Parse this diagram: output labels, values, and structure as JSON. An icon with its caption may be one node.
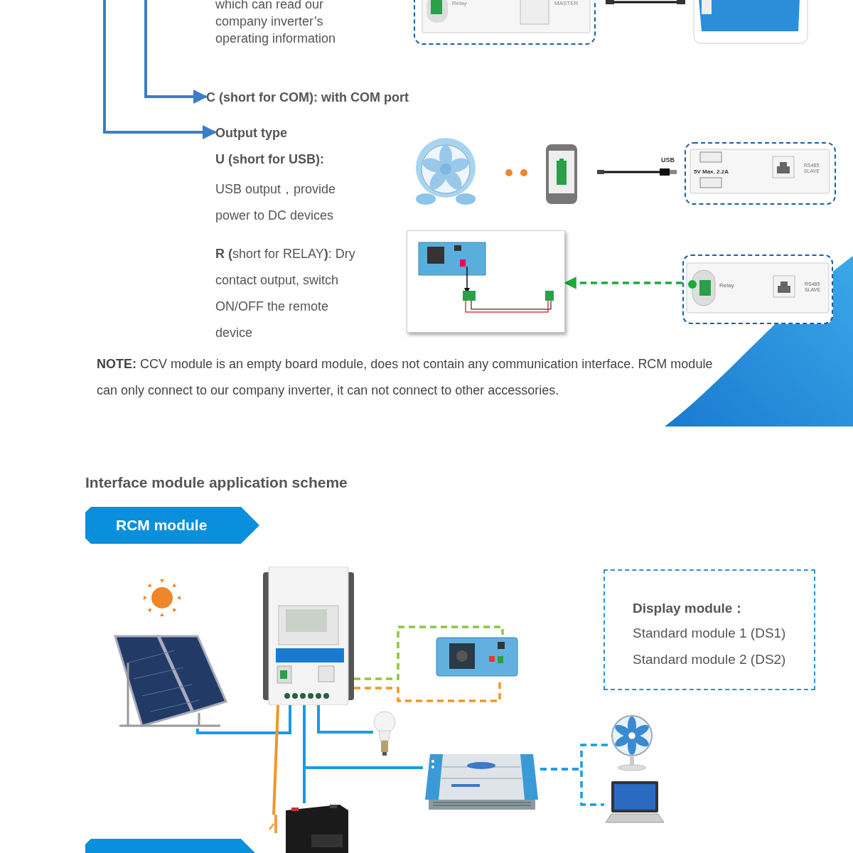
{
  "diagram": {
    "nodes": [
      {
        "text": [
          "which can read our company inverter’s operating information"
        ]
      },
      {
        "text": [
          "C (short for COM): with COM port"
        ]
      },
      {
        "text": [
          "Output type"
        ]
      },
      {
        "text": [],
        "shape": "picture"
      },
      {
        "text": [
          "Relay",
          "RS485 SLAVE"
        ]
      },
      {
        "text": [
          "RCM module"
        ]
      },
      {
        "text": [],
        "shape": "picture"
      },
      {
        "text": [],
        "shape": "picture"
      },
      {
        "text": [],
        "shape": "picture"
      },
      {
        "text": [
          "Display module：",
          "Standard module 1 (DS1)",
          "Standard module 2 (DS2)"
        ]
      },
      {
        "text": [],
        "shape": "picture"
      },
      {
        "text": [],
        "shape": "picture"
      },
      {
        "text": [],
        "shape": "picture"
      },
      {
        "text": [],
        "shape": "picture"
      },
      {
        "text": [],
        "shape": "picture"
      },
      {
        "text": [],
        "shape": "picture"
      },
      {
        "text": [],
        "shape": "box"
      }
    ],
    "edges": [
      {
        "from": null,
        "to": 1,
        "arrow": "to",
        "color": "#3d7cc9"
      },
      {
        "from": null,
        "to": 2,
        "arrow": "to",
        "color": "#3d7cc9"
      },
      {
        "from": 4,
        "to": 3,
        "arrow": "to",
        "style": "dashed",
        "color": "#1aaa3a"
      },
      {
        "from": 6,
        "to": 7,
        "arrow": "none"
      },
      {
        "from": 7,
        "to": 8,
        "arrow": "none",
        "style": "dashed",
        "color": "#8cc63f"
      },
      {
        "from": 7,
        "to": 8,
        "arrow": "none",
        "style": "dashed",
        "color": "#f0962a"
      },
      {
        "from": 7,
        "to": 10,
        "arrow": "none"
      },
      {
        "from": 7,
        "to": 15,
        "arrow": "none"
      },
      {
        "from": 7,
        "to": 11,
        "arrow": "none"
      },
      {
        "from": 11,
        "to": 12,
        "arrow": "none",
        "style": "dashed"
      },
      {
        "from": 11,
        "to": 13,
        "arrow": "none",
        "style": "dashed"
      },
      {
        "from": 7,
        "to": 14,
        "arrow": "none",
        "color": "#f0962a"
      }
    ],
    "labels": [
      "Relay",
      "MASTER",
      "U (short for USB):",
      "USB output，provide power to DC devices",
      "USB",
      "5V Max. 2.2A",
      "RS485 SLAVE",
      "**R (**short for RELAY**)**: Dry contact output, switch ON/OFF the remote device",
      "**NOTE:** CCV module is an empty board module, does not contain any communication interface. RCM module can only connect to our company inverter, it can not connect to other accessories.",
      "Interface module application scheme"
    ]
  }
}
